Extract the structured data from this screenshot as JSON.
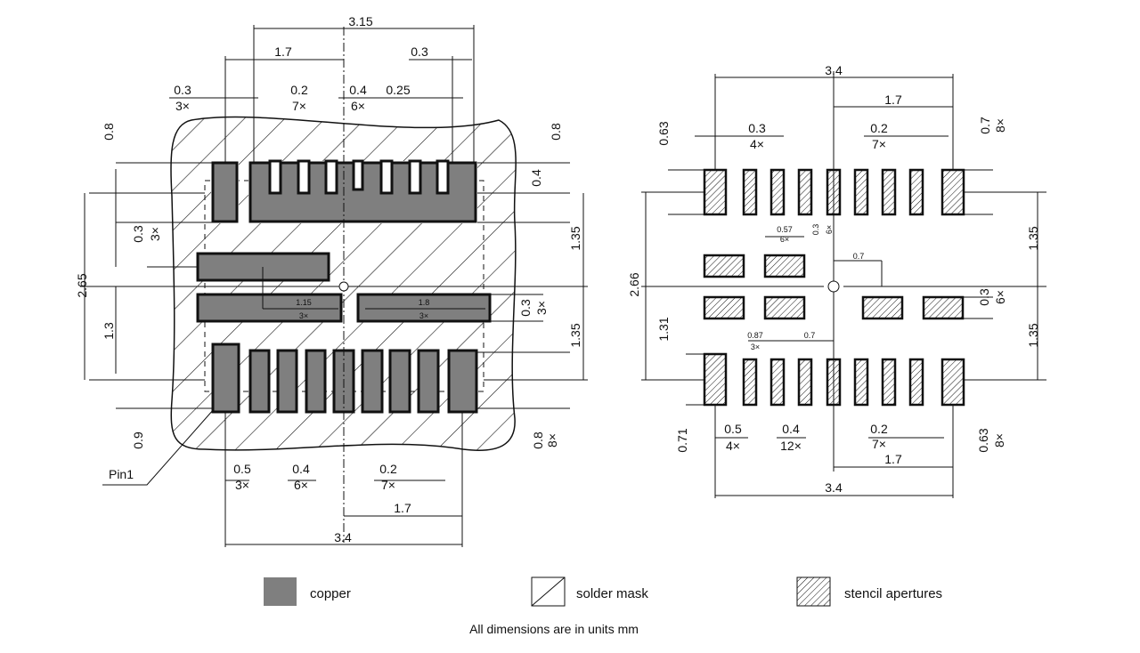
{
  "colors": {
    "copper": "#7f7f7f",
    "line": "#111111"
  },
  "left": {
    "d315": "3.15",
    "d17top": "1.7",
    "d03top": "0.3",
    "d03a": "0.3",
    "d3xa": "3×",
    "d02a": "0.2",
    "d7xa": "7×",
    "d04a": "0.4",
    "d6xa": "6×",
    "d025": "0.25",
    "d08l": "0.8",
    "d08r": "0.8",
    "d04r": "0.4",
    "d03l": "0.3",
    "d3xl": "3×",
    "d265": "2.65",
    "d135a": "1.35",
    "d13": "1.3",
    "d03r": "0.3",
    "d3xr": "3×",
    "d135b": "1.35",
    "d09": "0.9",
    "d08b": "0.8",
    "d8xb": "8×",
    "pin1": "Pin1",
    "d05b": "0.5",
    "d3xb": "3×",
    "d04b": "0.4",
    "d6xb": "6×",
    "d02b": "0.2",
    "d7xb": "7×",
    "d17b": "1.7",
    "d34": "3.4",
    "d115": "1.15",
    "d115x": "3×",
    "d18": "1.8",
    "d18x": "3×"
  },
  "right": {
    "d34top": "3.4",
    "d17top": "1.7",
    "d03": "0.3",
    "d4x": "4×",
    "d02": "0.2",
    "d7x": "7×",
    "d063": "0.63",
    "d07": "0.7",
    "d8x": "8×",
    "d057": "0.57",
    "d6xs": "6×",
    "d03s": "0.3",
    "d6xv": "6×",
    "d07s": "0.7",
    "d266": "2.66",
    "d135a": "1.35",
    "d03r": "0.3",
    "d6xr": "6×",
    "d087": "0.87",
    "d3xs": "3×",
    "d07b": "0.7",
    "d131": "1.31",
    "d135b": "1.35",
    "d071": "0.71",
    "d05": "0.5",
    "d4xb": "4×",
    "d04": "0.4",
    "d12x": "12×",
    "d02b": "0.2",
    "d7xb": "7×",
    "d17b": "1.7",
    "d063b": "0.63",
    "d8xb": "8×",
    "d34b": "3.4"
  },
  "legend": {
    "copper": "copper",
    "solder_mask": "solder mask",
    "stencil": "stencil apertures"
  },
  "footer": "All dimensions are in units mm"
}
